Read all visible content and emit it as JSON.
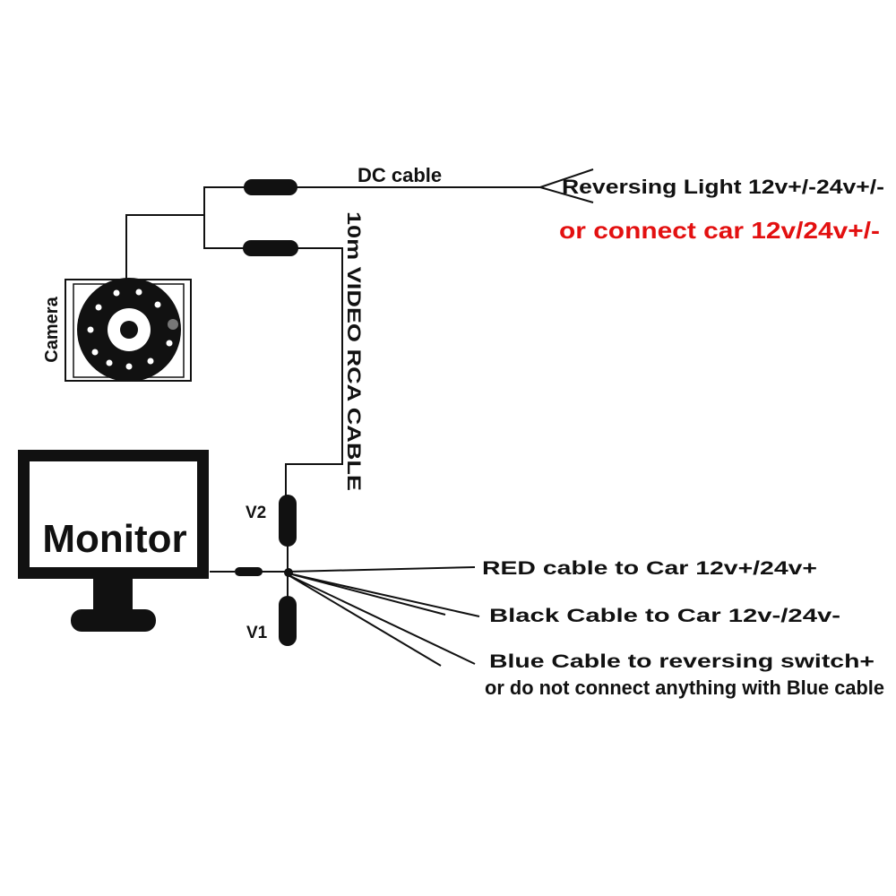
{
  "labels": {
    "dc_cable": "DC cable",
    "reversing_light": "Reversing Light 12v+/-24v+/-",
    "connect_car": "or connect car 12v/24v+/-",
    "video_cable": "10m VIDEO RCA CABLE",
    "camera": "Camera",
    "monitor": "Monitor",
    "v2": "V2",
    "v1": "V1",
    "red_cable": "RED cable to Car 12v+/24v+",
    "black_cable": "Black Cable to Car 12v-/24v-",
    "blue_cable_line1": "Blue Cable to reversing switch+",
    "blue_cable_line2": "or do not connect anything with Blue cable"
  },
  "colors": {
    "ink": "#111111",
    "warning_red": "#e31010",
    "white": "#ffffff"
  }
}
